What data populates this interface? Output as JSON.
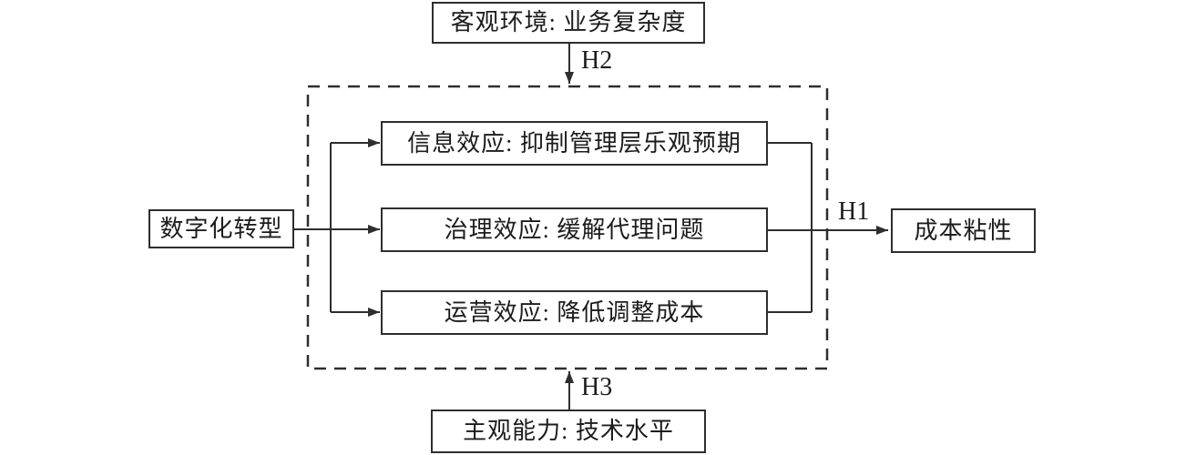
{
  "diagram": {
    "title_hint": "mediation model of digital transformation and cost stickiness",
    "moderator_top": {
      "label": "客观环境: 业务复杂度"
    },
    "moderator_bottom": {
      "label": "主观能力: 技术水平"
    },
    "independent_variable": {
      "label": "数字化转型"
    },
    "dependent_variable": {
      "label": "成本粘性"
    },
    "mediators": [
      {
        "label": "信息效应: 抑制管理层乐观预期"
      },
      {
        "label": "治理效应: 缓解代理问题"
      },
      {
        "label": "运营效应: 降低调整成本"
      }
    ],
    "hypotheses": {
      "h1": "H1",
      "h2": "H2",
      "h3": "H3"
    },
    "colors": {
      "line": "#2e2e2e",
      "text": "#1c1c1c",
      "background": "#ffffff"
    }
  }
}
